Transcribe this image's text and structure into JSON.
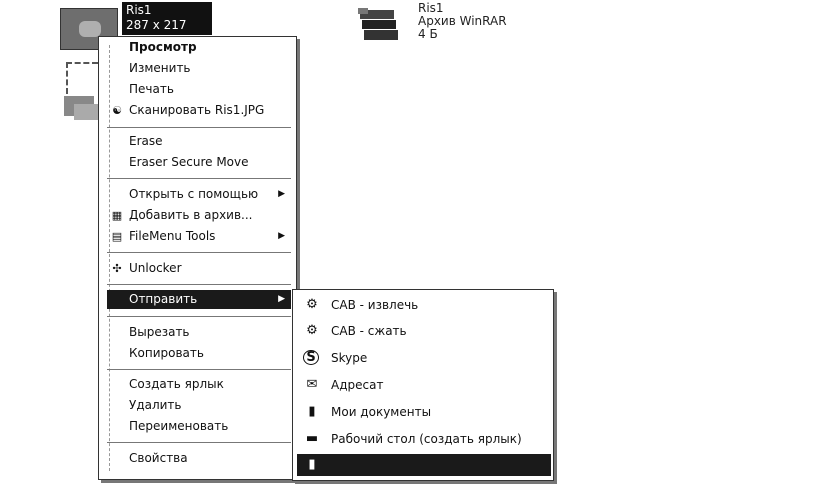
{
  "selected_file": {
    "name": "Ris1",
    "dimensions": "287 x 217"
  },
  "archive_file": {
    "name": "Ris1",
    "type": "Архив WinRAR",
    "size": "4 Б"
  },
  "context_menu": {
    "items": [
      {
        "label": "Просмотр",
        "icon": "none",
        "bold": true
      },
      {
        "label": "Изменить",
        "icon": "none"
      },
      {
        "label": "Печать",
        "icon": "none"
      },
      {
        "label": "Сканировать Ris1.JPG",
        "icon": "scan-icon",
        "glyph": "☯"
      },
      {
        "label": "Erase",
        "icon": "none"
      },
      {
        "label": "Eraser Secure Move",
        "icon": "none"
      },
      {
        "label": "Открыть с помощью",
        "icon": "none",
        "arrow": "▶"
      },
      {
        "label": "Добавить в архив...",
        "icon": "winrar-icon",
        "glyph": "▦"
      },
      {
        "label": "FileMenu Tools",
        "icon": "filemenu-tools-icon",
        "glyph": "▤",
        "arrow": "▶"
      },
      {
        "label": "Unlocker",
        "icon": "unlocker-icon",
        "glyph": "✣"
      },
      {
        "label": "Отправить",
        "icon": "none",
        "arrow": "▶",
        "active": true
      },
      {
        "label": "Вырезать",
        "icon": "none"
      },
      {
        "label": "Копировать",
        "icon": "none"
      },
      {
        "label": "Создать ярлык",
        "icon": "none"
      },
      {
        "label": "Удалить",
        "icon": "none"
      },
      {
        "label": "Переименовать",
        "icon": "none"
      },
      {
        "label": "Свойства",
        "icon": "none"
      }
    ]
  },
  "send_to_menu": {
    "items": [
      {
        "label": "CAB - извлечь",
        "icon": "cab-extract-icon",
        "glyph": "⚙"
      },
      {
        "label": "CAB - сжать",
        "icon": "cab-compress-icon",
        "glyph": "⚙"
      },
      {
        "label": "Skype",
        "icon": "skype-icon",
        "glyph": "S"
      },
      {
        "label": "Адресат",
        "icon": "mail-recipient-icon",
        "glyph": "✉"
      },
      {
        "label": "Мои документы",
        "icon": "my-documents-icon",
        "glyph": "▮"
      },
      {
        "label": "Рабочий стол (создать ярлык)",
        "icon": "desktop-icon",
        "glyph": "▬"
      },
      {
        "label": "",
        "icon": "drive-icon",
        "glyph": "▮",
        "active": true
      }
    ]
  },
  "colors": {
    "highlight": "#1a1a1a",
    "menu_background": "#ffffff",
    "border": "#333333"
  }
}
